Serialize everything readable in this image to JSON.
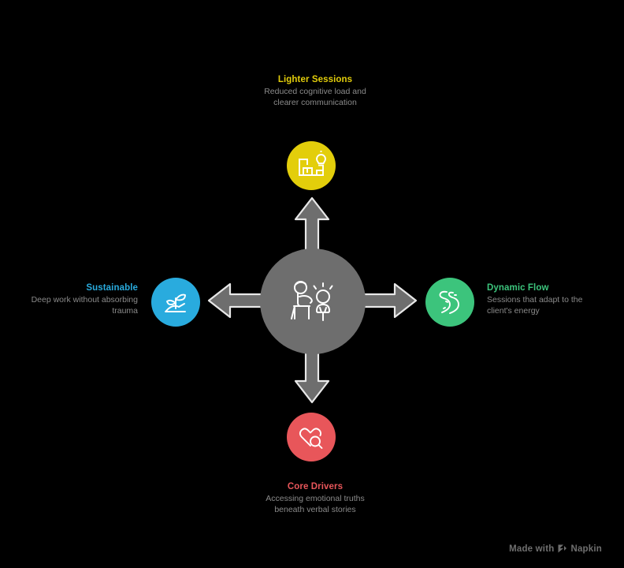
{
  "diagram": {
    "type": "radial-hub-and-spoke",
    "background_color": "#000000",
    "center": {
      "icon": "therapy-session-icon",
      "circle_color": "#6e6e6e",
      "icon_color": "#ffffff"
    },
    "arrow_color": "#6e6e6e",
    "arrow_outline_color": "#e8e8e8",
    "nodes": [
      {
        "position": "top",
        "title": "Lighter Sessions",
        "description": "Reduced cognitive load and clearer communication",
        "color": "#E3CE0B",
        "icon": "maze-lightbulb-icon",
        "arrow": "arrow-up-icon"
      },
      {
        "position": "left",
        "title": "Sustainable",
        "description": "Deep work without absorbing trauma",
        "color": "#29ABDE",
        "icon": "hand-sprout-icon",
        "arrow": "arrow-left-icon"
      },
      {
        "position": "right",
        "title": "Dynamic Flow",
        "description": "Sessions that adapt to the client's energy",
        "color": "#3CC47C",
        "icon": "winding-road-icon",
        "arrow": "arrow-right-icon"
      },
      {
        "position": "bottom",
        "title": "Core Drivers",
        "description": "Accessing emotional truths beneath verbal stories",
        "color": "#E8565A",
        "icon": "heart-magnifier-icon",
        "arrow": "arrow-down-icon"
      }
    ]
  },
  "watermark": {
    "text": "Made with",
    "brand": "Napkin",
    "icon": "napkin-logo-icon",
    "color": "#6f6f6f"
  }
}
